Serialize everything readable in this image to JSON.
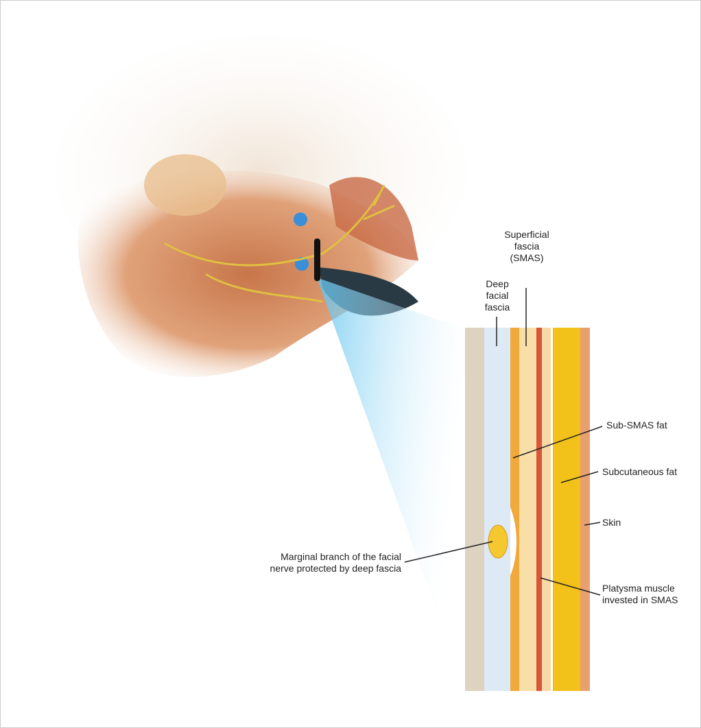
{
  "labels": {
    "superficial_fascia": [
      "Superficial",
      "fascia",
      "(SMAS)"
    ],
    "deep_fascia": [
      "Deep",
      "facial",
      "fascia"
    ],
    "sub_smas_fat": "Sub-SMAS fat",
    "subcutaneous_fat": "Subcutaneous fat",
    "skin": "Skin",
    "marginal_branch": [
      "Marginal branch of the facial",
      "nerve protected by deep fascia"
    ],
    "platysma": [
      "Platysma muscle",
      "invested in SMAS"
    ]
  },
  "colors": {
    "bone": "#ddd3c0",
    "deep_fascia": "#dde9f5",
    "sub_smas_fat": "#f0a93a",
    "smas": "#f8dfa8",
    "platysma": "#d9553a",
    "subcutaneous_fat": "#f2c21a",
    "skin": "#e9a070",
    "zoom_beam": "#7ccff0"
  }
}
